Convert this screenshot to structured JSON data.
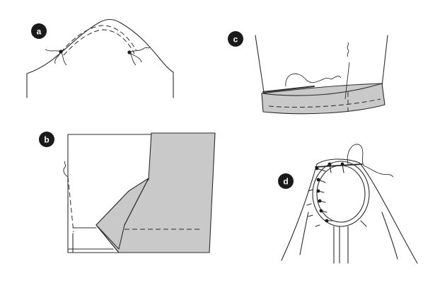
{
  "panels": [
    {
      "id": "a",
      "label": "a"
    },
    {
      "id": "b",
      "label": "b"
    },
    {
      "id": "c",
      "label": "c"
    },
    {
      "id": "d",
      "label": "d"
    }
  ],
  "colors": {
    "badge": "#1a1a1a",
    "fabric_shaded": "#c9c9c9",
    "line": "#2b2b2b"
  }
}
